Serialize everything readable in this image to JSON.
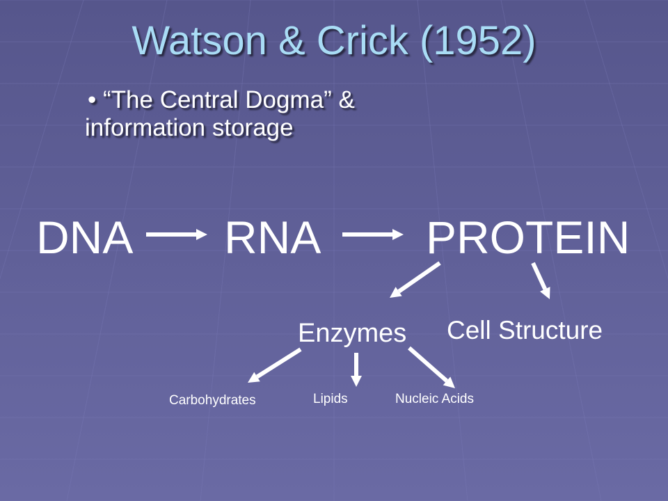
{
  "slide": {
    "title": "Watson & Crick (1952)",
    "bullet_marker": "•",
    "bullet_text": "“The Central Dogma” & information storage"
  },
  "diagram": {
    "nodes": {
      "dna": "DNA",
      "rna": "RNA",
      "protein": "PROTEIN",
      "enzymes": "Enzymes",
      "cell_structure": "Cell Structure",
      "carbohydrates": "Carbohydrates",
      "lipids": "Lipids",
      "nucleic_acids": "Nucleic Acids"
    },
    "edges": [
      {
        "from": "dna",
        "to": "rna"
      },
      {
        "from": "rna",
        "to": "protein"
      },
      {
        "from": "protein",
        "to": "enzymes"
      },
      {
        "from": "protein",
        "to": "cell_structure"
      },
      {
        "from": "enzymes",
        "to": "carbohydrates"
      },
      {
        "from": "enzymes",
        "to": "lipids"
      },
      {
        "from": "enzymes",
        "to": "nucleic_acids"
      }
    ]
  },
  "colors": {
    "background": "#5c5c94",
    "title": "#a9dcf5",
    "text": "#ffffff",
    "arrow": "#ffffff"
  }
}
